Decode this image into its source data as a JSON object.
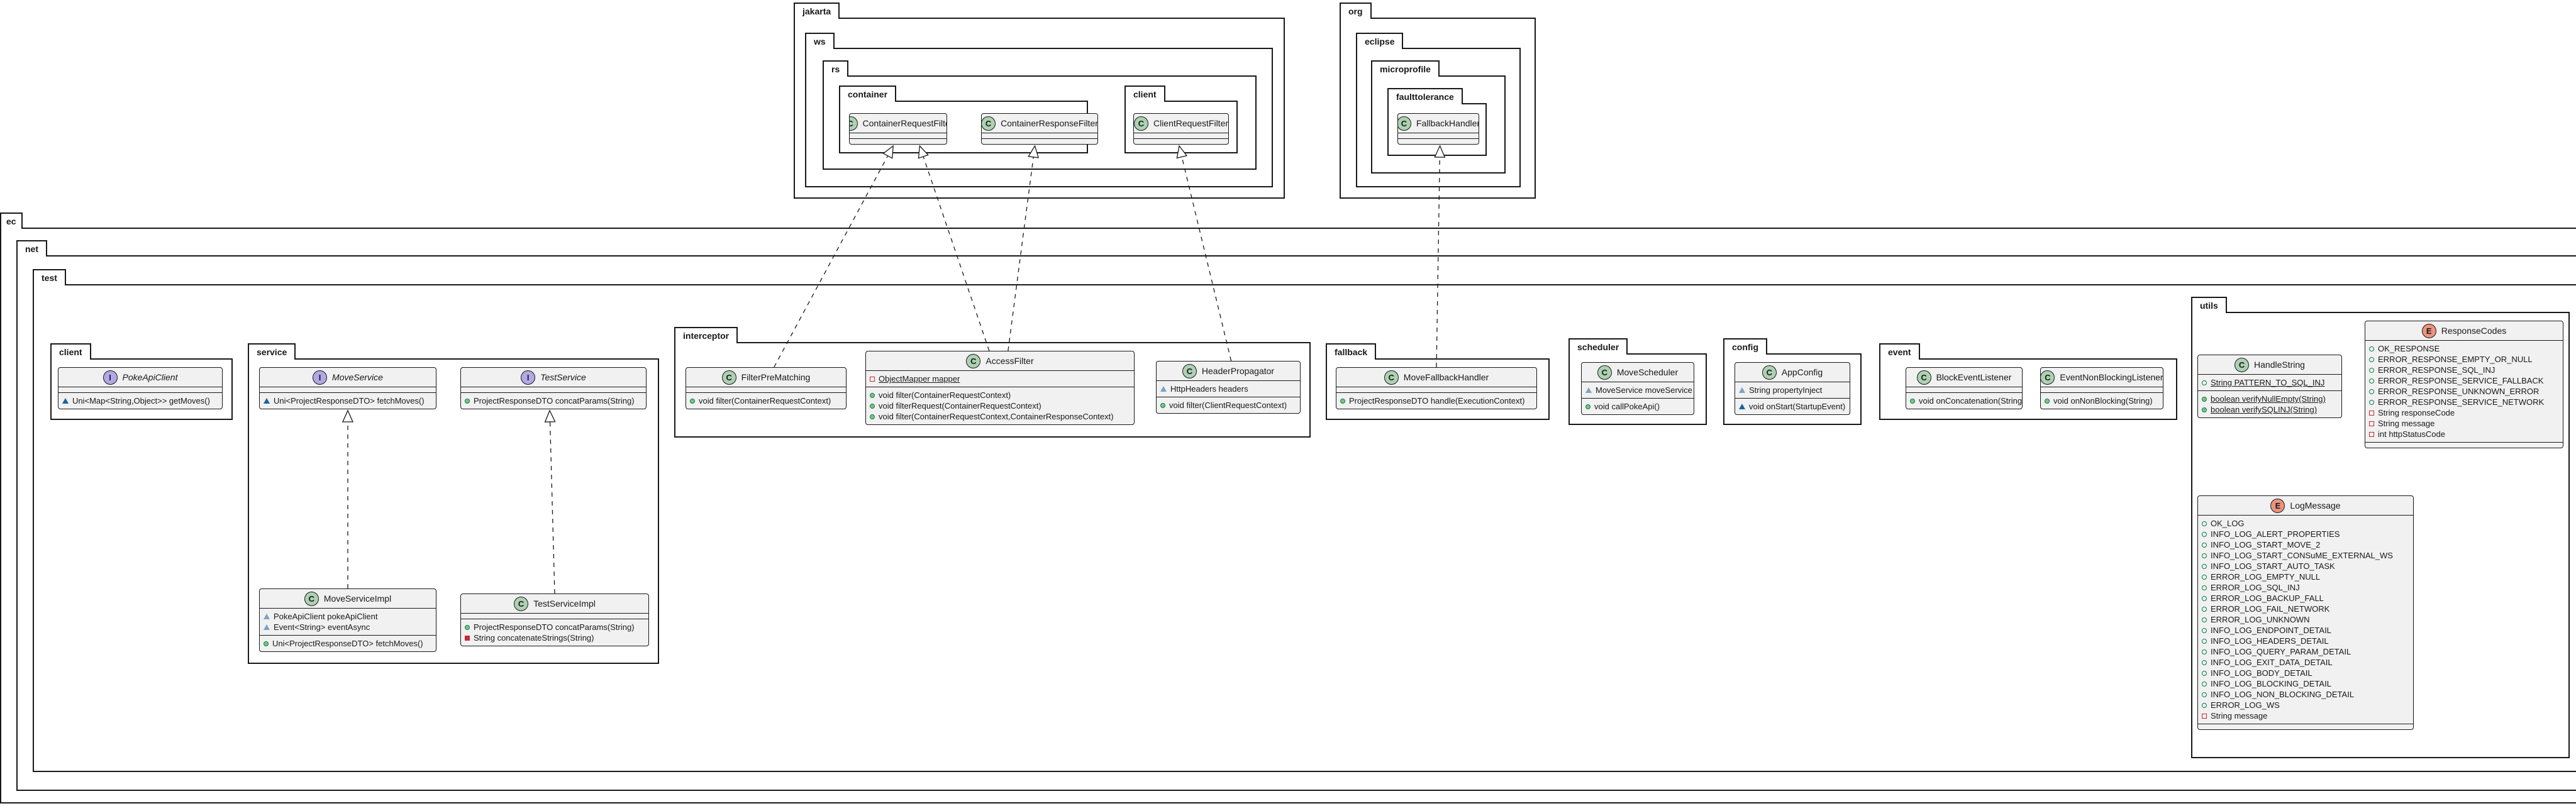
{
  "packages": {
    "jakarta": "jakarta",
    "ws": "ws",
    "rs": "rs",
    "container": "container",
    "jclient": "client",
    "org": "org",
    "eclipse": "eclipse",
    "microprofile": "microprofile",
    "faulttolerance": "faulttolerance",
    "ec": "ec",
    "net": "net",
    "test": "test",
    "client": "client",
    "service": "service",
    "interceptor": "interceptor",
    "fallback": "fallback",
    "scheduler": "scheduler",
    "config": "config",
    "event": "event",
    "utils": "utils"
  },
  "classes": {
    "ContainerRequestFilter": {
      "name": "ContainerRequestFilter",
      "kind": "C",
      "sections": [
        [],
        []
      ]
    },
    "ContainerResponseFilter": {
      "name": "ContainerResponseFilter",
      "kind": "C",
      "sections": [
        [],
        []
      ]
    },
    "ClientRequestFilter": {
      "name": "ClientRequestFilter",
      "kind": "C",
      "sections": [
        [],
        []
      ]
    },
    "FallbackHandler": {
      "name": "FallbackHandler",
      "kind": "C",
      "sections": [
        [],
        []
      ]
    },
    "PokeApiClient": {
      "name": "PokeApiClient",
      "kind": "I",
      "abstract": true,
      "sections": [
        [],
        [
          {
            "vis": "prf",
            "text": "Uni<Map<String,Object>> getMoves()"
          }
        ]
      ]
    },
    "MoveService": {
      "name": "MoveService",
      "kind": "I",
      "abstract": true,
      "sections": [
        [],
        [
          {
            "vis": "prf",
            "text": "Uni<ProjectResponseDTO> fetchMoves()"
          }
        ]
      ]
    },
    "TestService": {
      "name": "TestService",
      "kind": "I",
      "abstract": true,
      "sections": [
        [],
        [
          {
            "vis": "pub",
            "text": "ProjectResponseDTO concatParams(String)"
          }
        ]
      ]
    },
    "MoveServiceImpl": {
      "name": "MoveServiceImpl",
      "kind": "C",
      "sections": [
        [
          {
            "vis": "prfo",
            "text": "PokeApiClient pokeApiClient"
          },
          {
            "vis": "prfo",
            "text": "Event<String> eventAsync"
          }
        ],
        [
          {
            "vis": "pub",
            "text": "Uni<ProjectResponseDTO> fetchMoves()"
          }
        ]
      ]
    },
    "TestServiceImpl": {
      "name": "TestServiceImpl",
      "kind": "C",
      "sections": [
        [],
        [
          {
            "vis": "pub",
            "text": "ProjectResponseDTO concatParams(String)"
          },
          {
            "vis": "prv",
            "text": "String concatenateStrings(String)"
          }
        ]
      ]
    },
    "FilterPreMatching": {
      "name": "FilterPreMatching",
      "kind": "C",
      "sections": [
        [],
        [
          {
            "vis": "pub",
            "text": "void filter(ContainerRequestContext)"
          }
        ]
      ]
    },
    "AccessFilter": {
      "name": "AccessFilter",
      "kind": "C",
      "sections": [
        [
          {
            "vis": "prvo",
            "text": "ObjectMapper mapper",
            "underline": true
          }
        ],
        [
          {
            "vis": "pub",
            "text": "void filter(ContainerRequestContext)"
          },
          {
            "vis": "pub",
            "text": "void filterRequest(ContainerRequestContext)"
          },
          {
            "vis": "pub",
            "text": "void filter(ContainerRequestContext,ContainerResponseContext)"
          }
        ]
      ]
    },
    "HeaderPropagator": {
      "name": "HeaderPropagator",
      "kind": "C",
      "sections": [
        [
          {
            "vis": "prfo",
            "text": "HttpHeaders headers"
          }
        ],
        [
          {
            "vis": "pub",
            "text": "void filter(ClientRequestContext)"
          }
        ]
      ]
    },
    "MoveFallbackHandler": {
      "name": "MoveFallbackHandler",
      "kind": "C",
      "sections": [
        [],
        [
          {
            "vis": "pub",
            "text": "ProjectResponseDTO handle(ExecutionContext)"
          }
        ]
      ]
    },
    "MoveScheduler": {
      "name": "MoveScheduler",
      "kind": "C",
      "sections": [
        [
          {
            "vis": "prfo",
            "text": "MoveService moveService"
          }
        ],
        [
          {
            "vis": "pub",
            "text": "void callPokeApi()"
          }
        ]
      ]
    },
    "AppConfig": {
      "name": "AppConfig",
      "kind": "C",
      "sections": [
        [
          {
            "vis": "prfo",
            "text": "String propertyInject"
          }
        ],
        [
          {
            "vis": "prf",
            "text": "void onStart(StartupEvent)"
          }
        ]
      ]
    },
    "BlockEventListener": {
      "name": "BlockEventListener",
      "kind": "C",
      "sections": [
        [],
        [
          {
            "vis": "pub",
            "text": "void onConcatenation(String)"
          }
        ]
      ]
    },
    "EventNonBlockingListener": {
      "name": "EventNonBlockingListener",
      "kind": "C",
      "sections": [
        [],
        [
          {
            "vis": "pub",
            "text": "void onNonBlocking(String)"
          }
        ]
      ]
    },
    "HandleString": {
      "name": "HandleString",
      "kind": "C",
      "sections": [
        [
          {
            "vis": "pubo",
            "text": "String PATTERN_TO_SQL_INJ",
            "underline": true
          }
        ],
        [
          {
            "vis": "pub",
            "text": "boolean verifyNullEmpty(String)",
            "underline": true
          },
          {
            "vis": "pub",
            "text": "boolean verifySQLINJ(String)",
            "underline": true
          }
        ]
      ]
    },
    "ResponseCodes": {
      "name": "ResponseCodes",
      "kind": "E",
      "sections": [
        [
          {
            "vis": "pubo",
            "text": "OK_RESPONSE"
          },
          {
            "vis": "pubo",
            "text": "ERROR_RESPONSE_EMPTY_OR_NULL"
          },
          {
            "vis": "pubo",
            "text": "ERROR_RESPONSE_SQL_INJ"
          },
          {
            "vis": "pubo",
            "text": "ERROR_RESPONSE_SERVICE_FALLBACK"
          },
          {
            "vis": "pubo",
            "text": "ERROR_RESPONSE_UNKNOWN_ERROR"
          },
          {
            "vis": "pubo",
            "text": "ERROR_RESPONSE_SERVICE_NETWORK"
          },
          {
            "vis": "prvo",
            "text": "String responseCode"
          },
          {
            "vis": "prvo",
            "text": "String message"
          },
          {
            "vis": "prvo",
            "text": "int httpStatusCode"
          }
        ],
        []
      ]
    },
    "LogMessage": {
      "name": "LogMessage",
      "kind": "E",
      "sections": [
        [
          {
            "vis": "pubo",
            "text": "OK_LOG"
          },
          {
            "vis": "pubo",
            "text": "INFO_LOG_ALERT_PROPERTIES"
          },
          {
            "vis": "pubo",
            "text": "INFO_LOG_START_MOVE_2"
          },
          {
            "vis": "pubo",
            "text": "INFO_LOG_START_CONSuME_EXTERNAL_WS"
          },
          {
            "vis": "pubo",
            "text": "INFO_LOG_START_AUTO_TASK"
          },
          {
            "vis": "pubo",
            "text": "ERROR_LOG_EMPTY_NULL"
          },
          {
            "vis": "pubo",
            "text": "ERROR_LOG_SQL_INJ"
          },
          {
            "vis": "pubo",
            "text": "ERROR_LOG_BACKUP_FALL"
          },
          {
            "vis": "pubo",
            "text": "ERROR_LOG_FAIL_NETWORK"
          },
          {
            "vis": "pubo",
            "text": "ERROR_LOG_UNKNOWN"
          },
          {
            "vis": "pubo",
            "text": "INFO_LOG_ENDPOINT_DETAIL"
          },
          {
            "vis": "pubo",
            "text": "INFO_LOG_HEADERS_DETAIL"
          },
          {
            "vis": "pubo",
            "text": "INFO_LOG_QUERY_PARAM_DETAIL"
          },
          {
            "vis": "pubo",
            "text": "INFO_LOG_EXIT_DATA_DETAIL"
          },
          {
            "vis": "pubo",
            "text": "INFO_LOG_BODY_DETAIL"
          },
          {
            "vis": "pubo",
            "text": "INFO_LOG_BLOCKING_DETAIL"
          },
          {
            "vis": "pubo",
            "text": "INFO_LOG_NON_BLOCKING_DETAIL"
          },
          {
            "vis": "pubo",
            "text": "ERROR_LOG_WS"
          },
          {
            "vis": "prvo",
            "text": "String message"
          }
        ],
        []
      ]
    }
  },
  "relations": [
    {
      "from": "FilterPreMatching",
      "to": "ContainerRequestFilter",
      "type": "realization"
    },
    {
      "from": "AccessFilter",
      "to": "ContainerRequestFilter",
      "type": "realization"
    },
    {
      "from": "AccessFilter",
      "to": "ContainerResponseFilter",
      "type": "realization"
    },
    {
      "from": "HeaderPropagator",
      "to": "ClientRequestFilter",
      "type": "realization"
    },
    {
      "from": "MoveFallbackHandler",
      "to": "FallbackHandler",
      "type": "realization"
    },
    {
      "from": "MoveServiceImpl",
      "to": "MoveService",
      "type": "realization"
    },
    {
      "from": "TestServiceImpl",
      "to": "TestService",
      "type": "realization"
    }
  ]
}
